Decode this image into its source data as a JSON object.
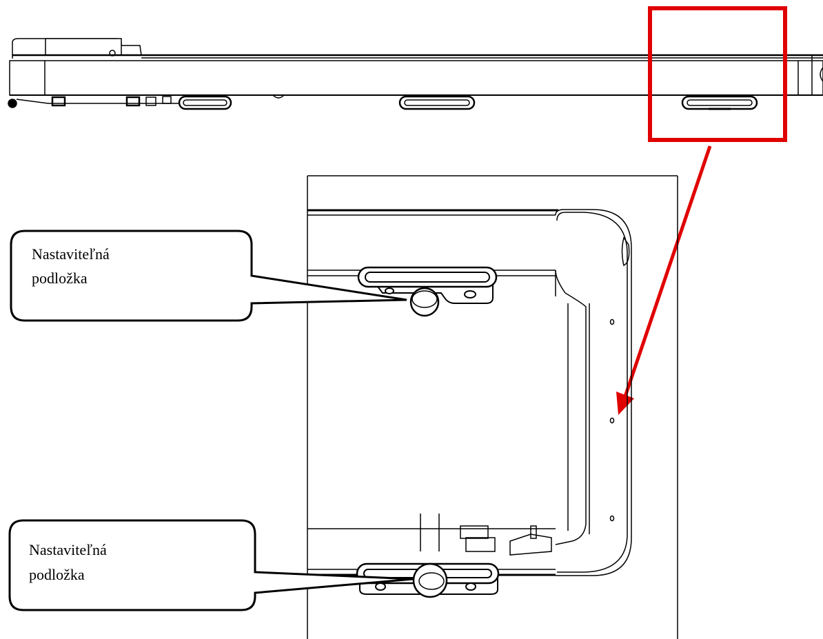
{
  "callouts": [
    {
      "line1": "Nastaviteľná",
      "line2": "podložka"
    },
    {
      "line1": "Nastaviteľná",
      "line2": "podložka"
    }
  ],
  "colors": {
    "highlight": "#e00000",
    "line": "#000000",
    "background": "#ffffff"
  }
}
